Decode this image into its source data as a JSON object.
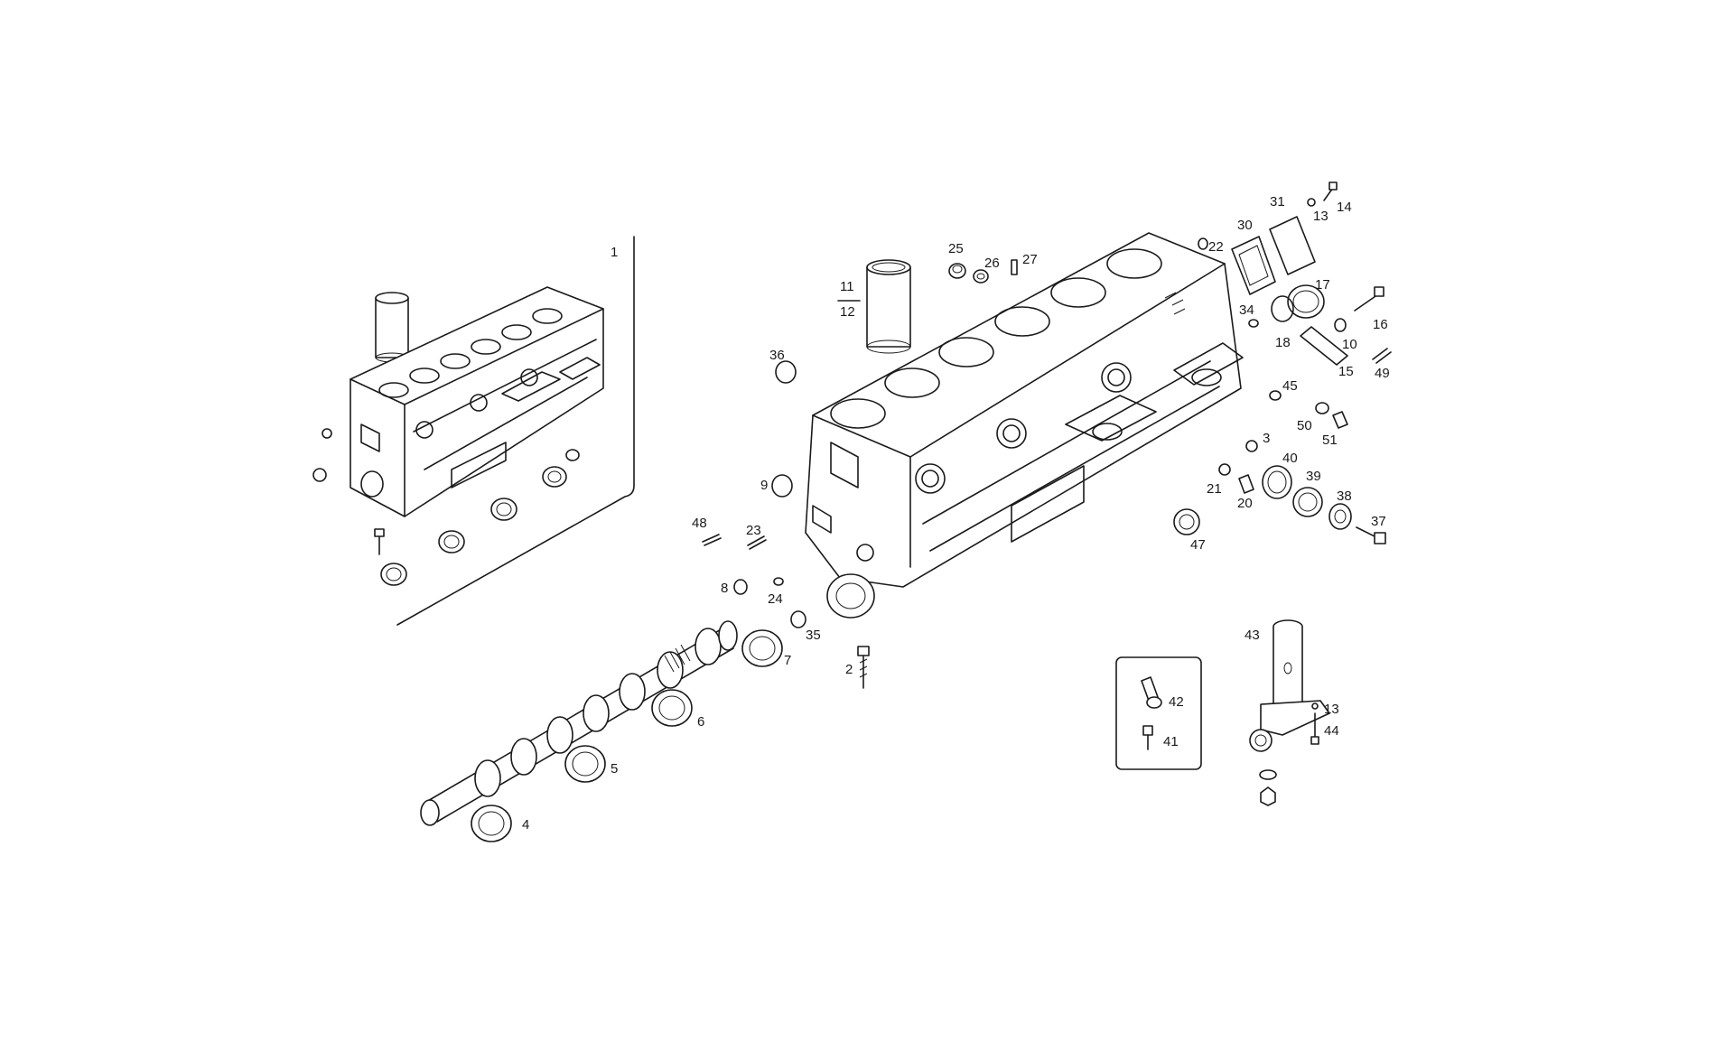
{
  "diagram": {
    "callouts": [
      {
        "id": "c1",
        "text": "1"
      },
      {
        "id": "c2",
        "text": "2"
      },
      {
        "id": "c3",
        "text": "3"
      },
      {
        "id": "c4",
        "text": "4"
      },
      {
        "id": "c5",
        "text": "5"
      },
      {
        "id": "c6",
        "text": "6"
      },
      {
        "id": "c7",
        "text": "7"
      },
      {
        "id": "c8",
        "text": "8"
      },
      {
        "id": "c9",
        "text": "9"
      },
      {
        "id": "c10",
        "text": "10"
      },
      {
        "id": "c11",
        "text": "11"
      },
      {
        "id": "c12",
        "text": "12"
      },
      {
        "id": "c13a",
        "text": "13"
      },
      {
        "id": "c13b",
        "text": "13"
      },
      {
        "id": "c14",
        "text": "14"
      },
      {
        "id": "c15",
        "text": "15"
      },
      {
        "id": "c16",
        "text": "16"
      },
      {
        "id": "c17",
        "text": "17"
      },
      {
        "id": "c18",
        "text": "18"
      },
      {
        "id": "c20",
        "text": "20"
      },
      {
        "id": "c21",
        "text": "21"
      },
      {
        "id": "c22",
        "text": "22"
      },
      {
        "id": "c23",
        "text": "23"
      },
      {
        "id": "c24",
        "text": "24"
      },
      {
        "id": "c25",
        "text": "25"
      },
      {
        "id": "c26",
        "text": "26"
      },
      {
        "id": "c27",
        "text": "27"
      },
      {
        "id": "c30",
        "text": "30"
      },
      {
        "id": "c31",
        "text": "31"
      },
      {
        "id": "c34",
        "text": "34"
      },
      {
        "id": "c35",
        "text": "35"
      },
      {
        "id": "c36",
        "text": "36"
      },
      {
        "id": "c37",
        "text": "37"
      },
      {
        "id": "c38",
        "text": "38"
      },
      {
        "id": "c39",
        "text": "39"
      },
      {
        "id": "c40",
        "text": "40"
      },
      {
        "id": "c41",
        "text": "41"
      },
      {
        "id": "c42",
        "text": "42"
      },
      {
        "id": "c43",
        "text": "43"
      },
      {
        "id": "c44",
        "text": "44"
      },
      {
        "id": "c45",
        "text": "45"
      },
      {
        "id": "c47",
        "text": "47"
      },
      {
        "id": "c48",
        "text": "48"
      },
      {
        "id": "c49",
        "text": "49"
      },
      {
        "id": "c50",
        "text": "50"
      },
      {
        "id": "c51",
        "text": "51"
      }
    ]
  }
}
